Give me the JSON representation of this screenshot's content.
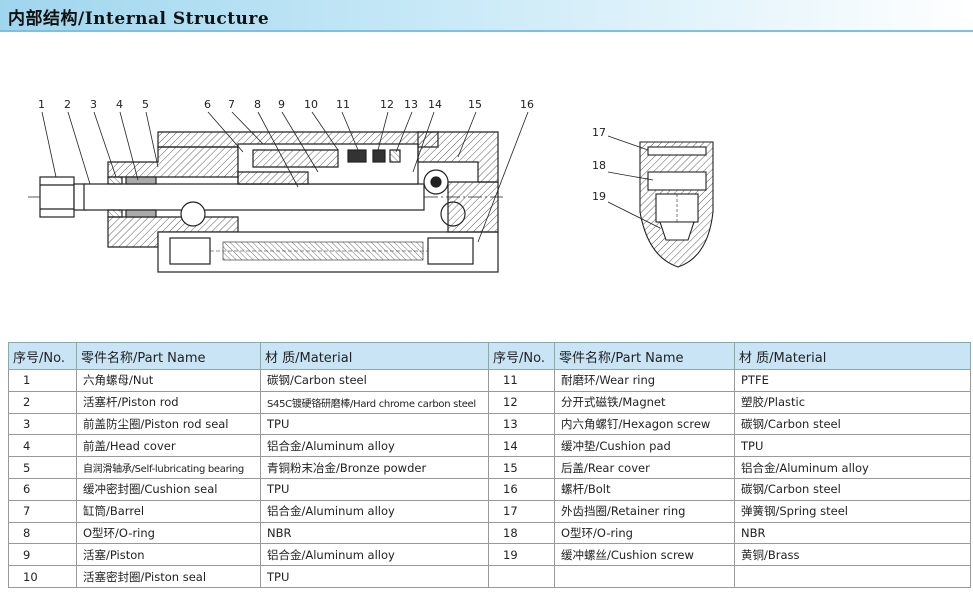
{
  "title": "内部结构/Internal Structure",
  "colors": {
    "header_bg": "#c9e5f5",
    "title_bar": "#9fd6ee",
    "line": "#222222"
  },
  "diagram": {
    "main_callouts": [
      "1",
      "2",
      "3",
      "4",
      "5",
      "6",
      "7",
      "8",
      "9",
      "10",
      "11",
      "12",
      "13",
      "14",
      "15",
      "16"
    ],
    "side_callouts": [
      "17",
      "18",
      "19"
    ]
  },
  "table": {
    "headers": {
      "no": "序号/No.",
      "name": "零件名称/Part Name",
      "material": "材 质/Material"
    },
    "left_rows": [
      {
        "no": "1",
        "name": "六角螺母/Nut",
        "material": "碳钢/Carbon steel"
      },
      {
        "no": "2",
        "name": "活塞杆/Piston rod",
        "material": "S45C镀硬铬研磨棒/Hard chrome carbon steel"
      },
      {
        "no": "3",
        "name": "前盖防尘圈/Piston rod seal",
        "material": "TPU"
      },
      {
        "no": "4",
        "name": "前盖/Head cover",
        "material": "铝合金/Aluminum alloy"
      },
      {
        "no": "5",
        "name": "自润滑轴承/Self-lubricating bearing",
        "material": "青铜粉末冶金/Bronze powder"
      },
      {
        "no": "6",
        "name": "缓冲密封圈/Cushion seal",
        "material": "TPU"
      },
      {
        "no": "7",
        "name": "缸筒/Barrel",
        "material": "铝合金/Aluminum alloy"
      },
      {
        "no": "8",
        "name": "O型环/O-ring",
        "material": "NBR"
      },
      {
        "no": "9",
        "name": "活塞/Piston",
        "material": "铝合金/Aluminum alloy"
      },
      {
        "no": "10",
        "name": "活塞密封圈/Piston seal",
        "material": "TPU"
      }
    ],
    "right_rows": [
      {
        "no": "11",
        "name": "耐磨环/Wear ring",
        "material": "PTFE"
      },
      {
        "no": "12",
        "name": "分开式磁铁/Magnet",
        "material": "塑胶/Plastic"
      },
      {
        "no": "13",
        "name": "内六角螺钉/Hexagon screw",
        "material": "碳钢/Carbon steel"
      },
      {
        "no": "14",
        "name": "缓冲垫/Cushion pad",
        "material": "TPU"
      },
      {
        "no": "15",
        "name": "后盖/Rear cover",
        "material": "铝合金/Aluminum alloy"
      },
      {
        "no": "16",
        "name": "螺杆/Bolt",
        "material": "碳钢/Carbon steel"
      },
      {
        "no": "17",
        "name": "外齿挡圈/Retainer ring",
        "material": "弹簧钢/Spring steel"
      },
      {
        "no": "18",
        "name": "O型环/O-ring",
        "material": "NBR"
      },
      {
        "no": "19",
        "name": "缓冲螺丝/Cushion screw",
        "material": "黄铜/Brass"
      }
    ]
  }
}
